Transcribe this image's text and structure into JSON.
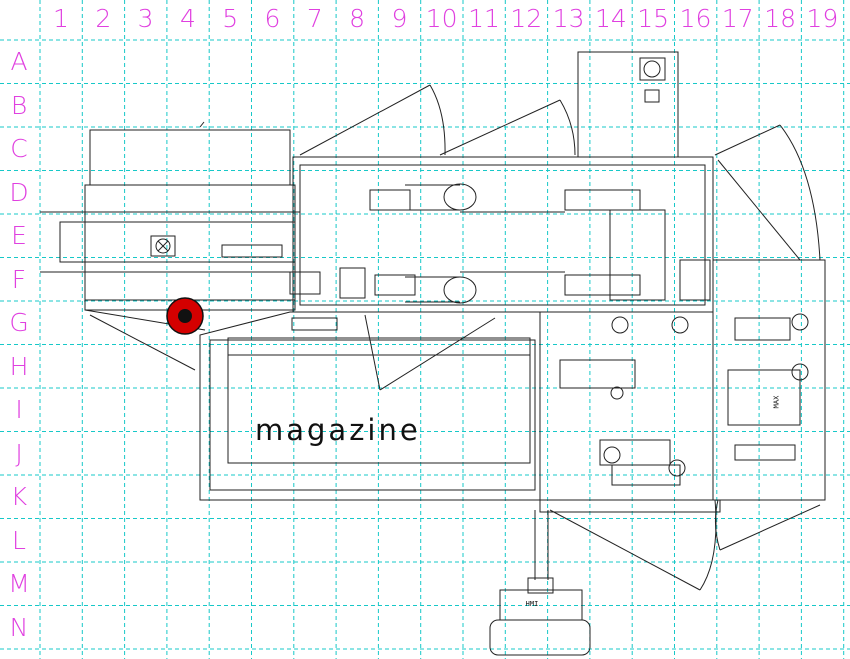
{
  "grid": {
    "columns": [
      "1",
      "2",
      "3",
      "4",
      "5",
      "6",
      "7",
      "8",
      "9",
      "10",
      "11",
      "12",
      "13",
      "14",
      "15",
      "16",
      "17",
      "18",
      "19"
    ],
    "rows": [
      "A",
      "B",
      "C",
      "D",
      "E",
      "F",
      "G",
      "H",
      "I",
      "J",
      "K",
      "L",
      "M",
      "N"
    ],
    "line_color": "#17c8c8",
    "label_color": "#e040e0"
  },
  "labels": {
    "magazine": "magazine",
    "hmi": "HMI",
    "max": "MAX"
  },
  "colors": {
    "drawing": "#222222",
    "emergency_stop_outer": "#d40000",
    "emergency_stop_inner": "#111111"
  },
  "icons": [
    "emergency-stop-icon",
    "fan-icon"
  ]
}
